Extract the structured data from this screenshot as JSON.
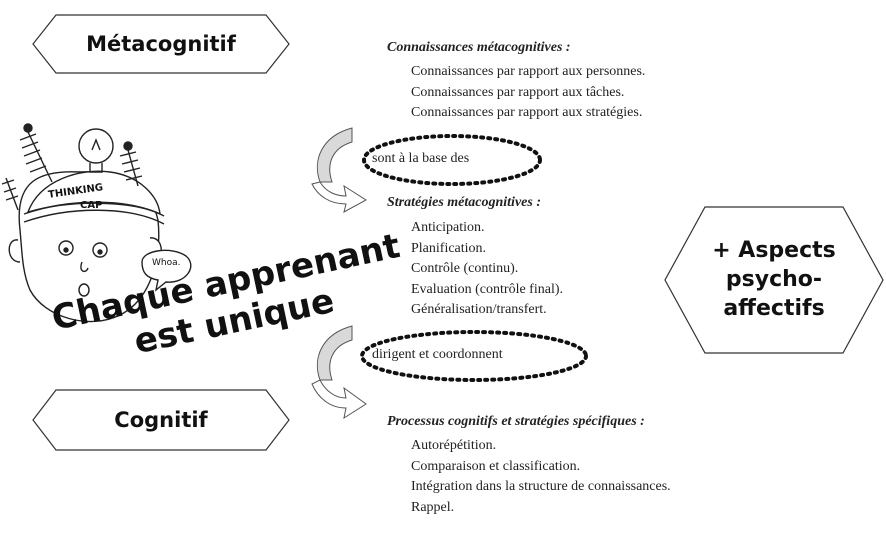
{
  "labels": {
    "metacognitif": "Métacognitif",
    "cognitif": "Cognitif",
    "aspects": [
      "+ Aspects",
      "psycho-",
      "affectifs"
    ]
  },
  "cartoon": {
    "cap_text_1": "THINKING",
    "cap_text_2": "CAP",
    "speech": "Whoa."
  },
  "banner": {
    "line1": "Chaque apprenant",
    "line2": "est unique"
  },
  "sections": {
    "meta_knowledge": {
      "heading": "Connaissances métacognitives :",
      "items": [
        "Connaissances par rapport aux personnes.",
        "Connaissances par rapport aux tâches.",
        "Connaissances par rapport aux stratégies."
      ]
    },
    "connector_1": "sont à la base des",
    "meta_strategies": {
      "heading": "Stratégies métacognitives :",
      "items": [
        "Anticipation.",
        "Planification.",
        "Contrôle (continu).",
        "Evaluation (contrôle final).",
        "Généralisation/transfert."
      ]
    },
    "connector_2": "dirigent et coordonnent",
    "cognitive_processes": {
      "heading": "Processus cognitifs et stratégies spécifiques :",
      "items": [
        "Autorépétition.",
        "Comparaison et classification.",
        "Intégration dans la structure de connaissances.",
        "Rappel."
      ]
    }
  }
}
